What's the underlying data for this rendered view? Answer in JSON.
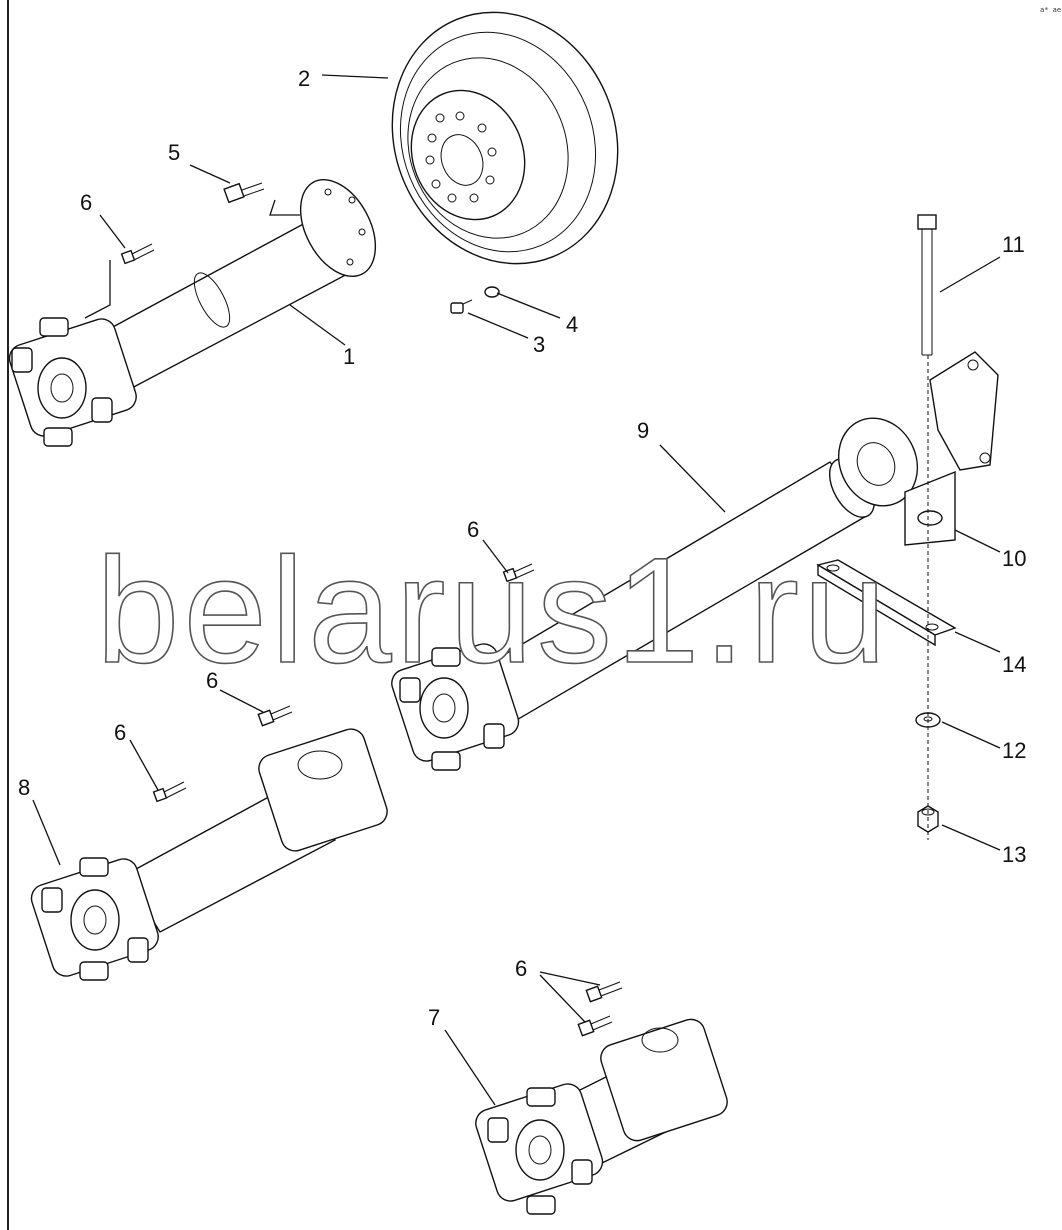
{
  "watermark": "belarus1.ru",
  "corner_mark": "a* ae",
  "callouts": [
    {
      "id": "1",
      "label": "1"
    },
    {
      "id": "2",
      "label": "2"
    },
    {
      "id": "3",
      "label": "3"
    },
    {
      "id": "4",
      "label": "4"
    },
    {
      "id": "5",
      "label": "5"
    },
    {
      "id": "6a",
      "label": "6"
    },
    {
      "id": "6b",
      "label": "6"
    },
    {
      "id": "6c",
      "label": "6"
    },
    {
      "id": "6d",
      "label": "6"
    },
    {
      "id": "6e",
      "label": "6"
    },
    {
      "id": "7",
      "label": "7"
    },
    {
      "id": "8",
      "label": "8"
    },
    {
      "id": "9",
      "label": "9"
    },
    {
      "id": "10",
      "label": "10"
    },
    {
      "id": "11",
      "label": "11"
    },
    {
      "id": "12",
      "label": "12"
    },
    {
      "id": "13",
      "label": "13"
    },
    {
      "id": "14",
      "label": "14"
    }
  ]
}
